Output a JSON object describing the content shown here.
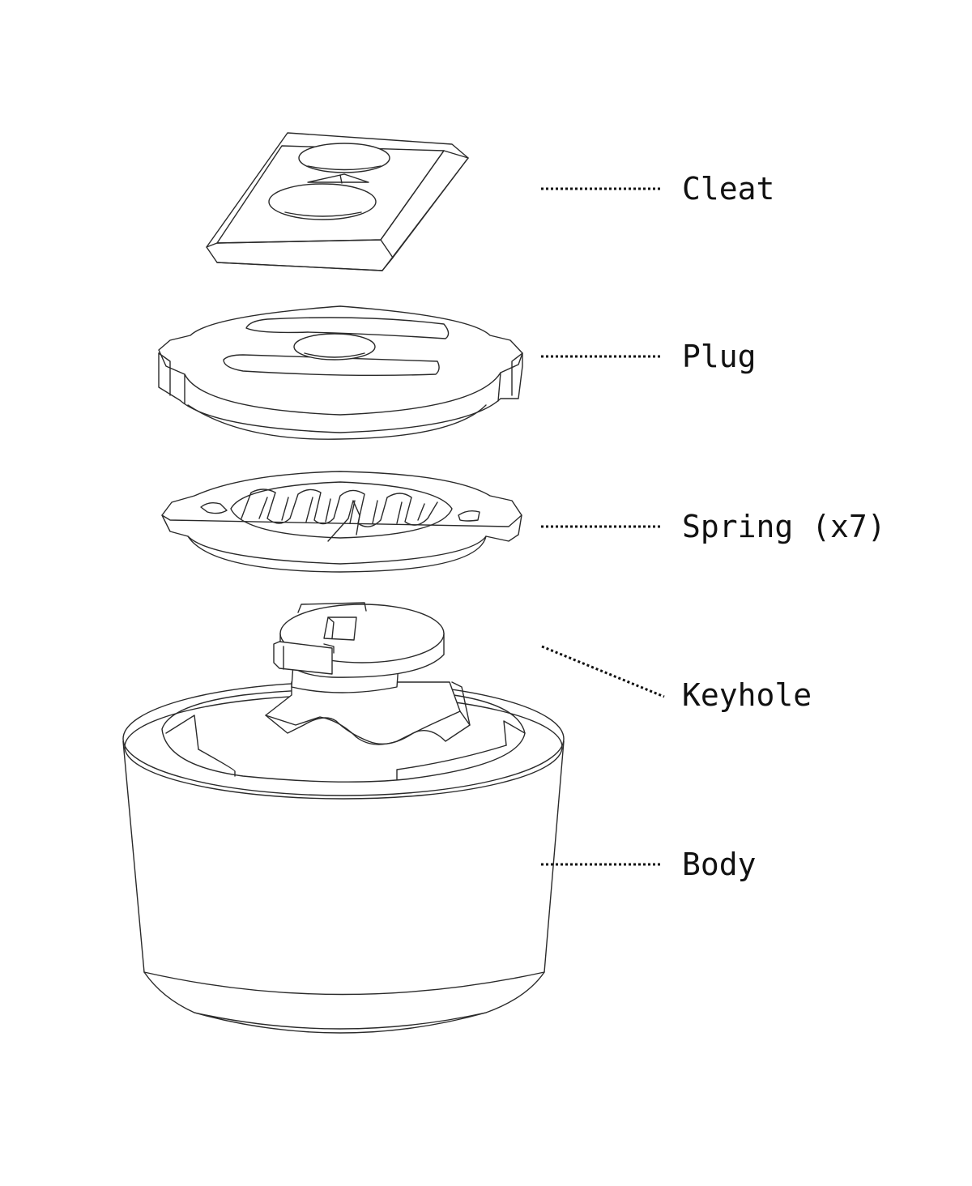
{
  "parts": [
    {
      "id": "cleat",
      "label": "Cleat"
    },
    {
      "id": "plug",
      "label": "Plug"
    },
    {
      "id": "spring",
      "label": "Spring (x7)"
    },
    {
      "id": "keyhole",
      "label": "Keyhole"
    },
    {
      "id": "body",
      "label": "Body"
    }
  ],
  "colors": {
    "line": "#2a2a2a",
    "text": "#111111",
    "background": "#ffffff"
  }
}
